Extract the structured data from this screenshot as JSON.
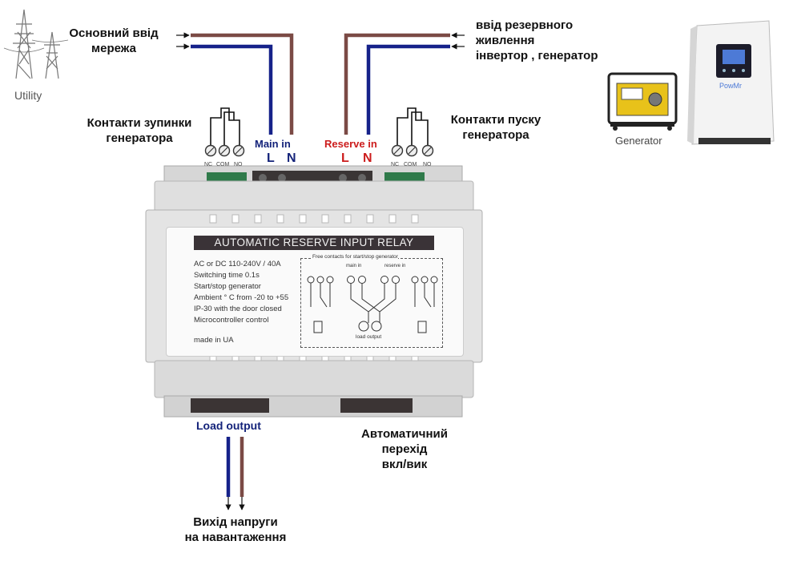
{
  "labels": {
    "utility": "Utility",
    "main_grid": [
      "Основний ввід",
      "мережа"
    ],
    "reserve_supply": [
      "ввід резервного",
      "живлення",
      "інвертор , генератор"
    ],
    "stop_contacts": [
      "Контакти зупинки",
      "генератора"
    ],
    "start_contacts": [
      "Контакти пуску",
      "генератора"
    ],
    "main_in": "Main in",
    "reserve_in": "Reserve in",
    "L": "L",
    "N": "N",
    "nc": "NC",
    "com": "COM",
    "no": "NO",
    "load_output": "Load output",
    "auto_switch": [
      "Автоматичний",
      "перехід",
      "вкл/вик"
    ],
    "output_voltage": [
      "Вихід напруги",
      "на навантаження"
    ],
    "generator": "Generator",
    "inverter_brand": "PowMr"
  },
  "device": {
    "title": "AUTOMATIC RESERVE INPUT RELAY",
    "specs": [
      "AC or DC 110-240V / 40A",
      "Switching time 0.1s",
      "Start/stop generator",
      "Ambient ° C from -20 to +55",
      "IP-30 with the door closed",
      "Microcontroller control"
    ],
    "made_in": "made in UA",
    "schematic_title": "Free contacts for start/stop generator",
    "schematic_main": "main in",
    "schematic_reserve": "reserve in",
    "schematic_load": "load output"
  },
  "colors": {
    "wire_brown": "#7b4a45",
    "wire_blue": "#16228a",
    "label_blue": "#14237a",
    "label_red": "#cc1c1c",
    "housing": "#dcdcdc"
  }
}
